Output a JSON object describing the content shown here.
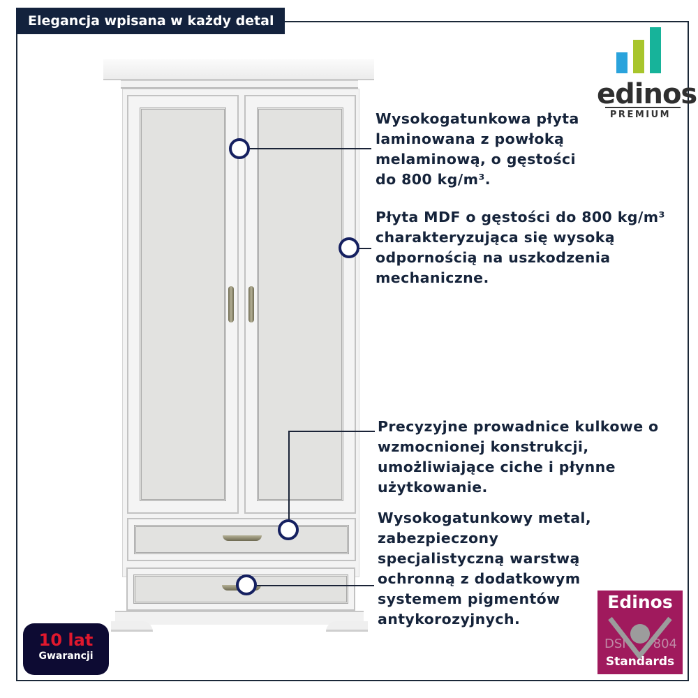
{
  "header": {
    "title": "Elegancja wpisana w każdy detal"
  },
  "brand": {
    "logo_word": "edinos",
    "logo_sub": "PREMIUM",
    "bar_colors": [
      "#2aa3dc",
      "#a8c52c",
      "#17b39a"
    ]
  },
  "callouts": [
    {
      "text": "Wysokogatunkowa płyta laminowana z powłoką melaminową, o gęstości do 800 kg/m³."
    },
    {
      "text": "Płyta MDF o gęstości do 800 kg/m³ charakteryzująca się wysoką odpornością na uszkodzenia mechaniczne."
    },
    {
      "text": "Precyzyjne prowadnice kulkowe o wzmocnionej konstrukcji, umożliwiające ciche i płynne użytkowanie."
    },
    {
      "text": "Wysokogatunkowy metal, zabezpieczony specjalistyczną warstwą ochronną z dodatkowym systemem pigmentów antykorozyjnych."
    }
  ],
  "warranty_badge": {
    "big": "10 lat",
    "small": "Gwarancji"
  },
  "standards_badge": {
    "top": "Edinos",
    "left_code": "DSI",
    "right_code": "804",
    "bottom": "Standards"
  },
  "colors": {
    "navy": "#13223d",
    "dot_border": "#152060",
    "warranty_red": "#e0182d",
    "standards_bg": "#a01a5d"
  }
}
